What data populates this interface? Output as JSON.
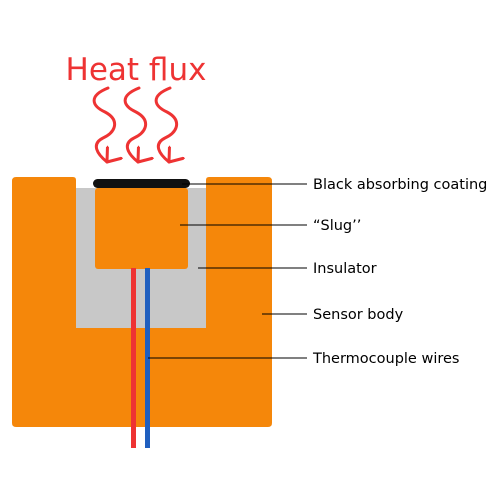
{
  "diagram": {
    "heading": "Heat flux",
    "labels": {
      "coating": "Black absorbing coating",
      "slug": "“Slug’’",
      "insulator": "Insulator",
      "sensor_body": "Sensor body",
      "wires": "Thermocouple wires"
    },
    "colors": {
      "heat_arrows": "#ee3333",
      "sensor_body": "#f5870a",
      "insulator": "#c8c8c8",
      "coating": "#111111",
      "red_wire": "#ee3333",
      "blue_wire": "#1f5fbf",
      "leader_lines": "#000000"
    }
  }
}
